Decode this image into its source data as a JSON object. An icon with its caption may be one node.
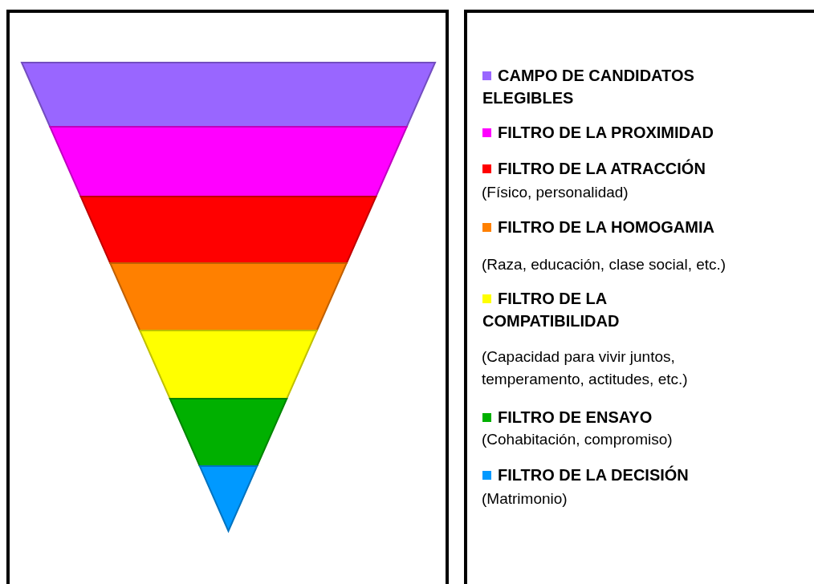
{
  "diagram": {
    "labels": [
      "(Físico, personalidad)",
      "(Raza, educación, clase social, etc.)",
      "(Capacidad para vivir juntos, temperamento, actitudes, etc.)",
      "(Cohabitación, compromiso)",
      "(Matrimonio)"
    ],
    "legend": [
      {
        "text": "CAMPO DE CANDIDATOS ELEGIBLES",
        "color": "#9966ff"
      },
      {
        "text": "FILTRO DE LA PROXIMIDAD",
        "color": "#ff00ff"
      },
      {
        "text": "FILTRO DE LA ATRACCIÓN",
        "color": "#ff0000"
      },
      {
        "text": "FILTRO DE LA HOMOGAMIA",
        "color": "#ff8000"
      },
      {
        "text": "FILTRO DE LA COMPATIBILIDAD",
        "color": "#ffff00"
      },
      {
        "text": "FILTRO DE ENSAYO",
        "color": "#00b000"
      },
      {
        "text": "FILTRO DE LA DECISIÓN",
        "color": "#0099ff"
      }
    ]
  }
}
